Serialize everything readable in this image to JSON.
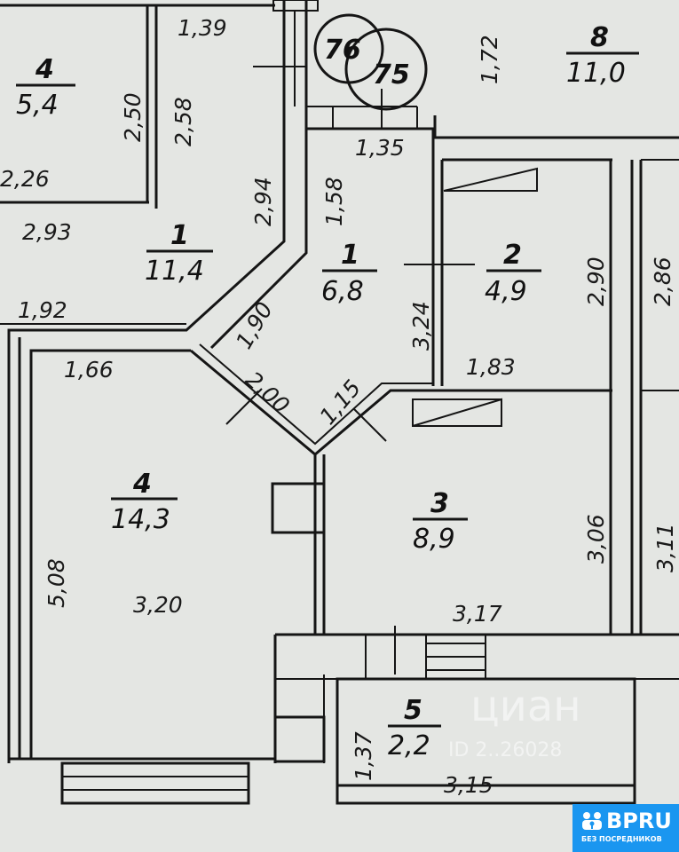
{
  "rooms": [
    {
      "number": "4",
      "area": "5,4"
    },
    {
      "number": "1",
      "area": "11,4"
    },
    {
      "number": "1",
      "area": "6,8"
    },
    {
      "number": "2",
      "area": "4,9"
    },
    {
      "number": "4",
      "area": "14,3"
    },
    {
      "number": "3",
      "area": "8,9"
    },
    {
      "number": "5",
      "area": "2,2"
    },
    {
      "number": "8",
      "area": "11,0"
    }
  ],
  "dimensions": [
    "1,39",
    "2,50",
    "2,58",
    "2,26",
    "2,93",
    "2,94",
    "1,58",
    "1,35",
    "1,72",
    "2,90",
    "2,86",
    "1,92",
    "1,90",
    "3,24",
    "1,66",
    "2,00",
    "1,15",
    "1,83",
    "5,08",
    "3,20",
    "3,06",
    "3,11",
    "3,17",
    "1,37",
    "3,15"
  ],
  "markers": [
    "76",
    "75"
  ],
  "watermark": {
    "brand": "циан",
    "id": "ID 2..26028"
  },
  "logo": {
    "name": "BPRU",
    "tagline": "БЕЗ ПОСРЕДНИКОВ",
    "color": "#1a96f0"
  }
}
